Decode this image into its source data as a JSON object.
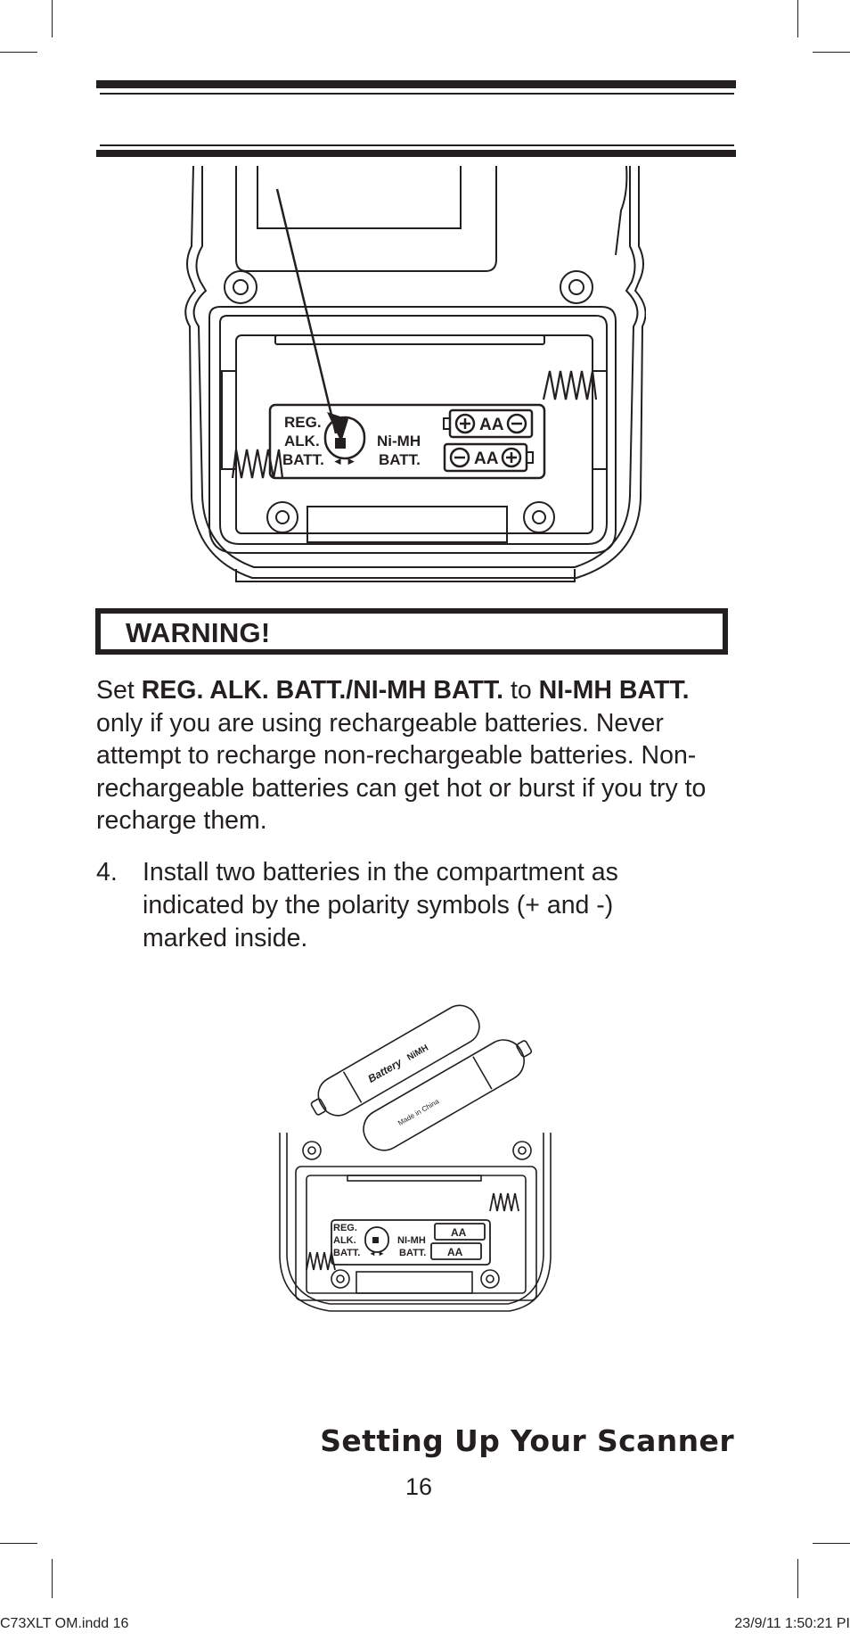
{
  "figure1": {
    "switch_labels": [
      "REG.",
      "ALK.",
      "BATT."
    ],
    "switch_arrows": "◄ ►",
    "nimh_labels": [
      "Ni-MH",
      "BATT."
    ],
    "polarity_top": "AA",
    "polarity_bottom": "AA"
  },
  "warning": {
    "title": "WARNING!",
    "line1_pre": "Set ",
    "line1_bold1": "REG. ALK. BATT./NI-MH BATT.",
    "line1_mid": " to ",
    "line1_bold2": "NI-MH BATT.",
    "body": "only if you are using rechargeable batteries. Never attempt to recharge non-rechargeable batteries. Non-rechargeable batteries can get hot or burst if you try to recharge them."
  },
  "step4": {
    "number": "4.",
    "text": "Install two batteries in the compartment as indicated by the polarity symbols (+ and -) marked inside."
  },
  "figure2": {
    "switch_labels": [
      "REG.",
      "ALK.",
      "BATT."
    ],
    "switch_arrows": "◄ ►",
    "nimh_labels": [
      "NI-MH",
      "BATT."
    ],
    "polarity_top": "AA",
    "polarity_bottom": "AA",
    "battery_brand": "Battery",
    "battery_type": "NiMH",
    "battery_made": "Made in China"
  },
  "footer": {
    "section_title": "Setting Up Your Scanner",
    "page_number": "16",
    "slug_left": "C73XLT OM.indd   16",
    "slug_right": "23/9/11   1:50:21 PI"
  }
}
